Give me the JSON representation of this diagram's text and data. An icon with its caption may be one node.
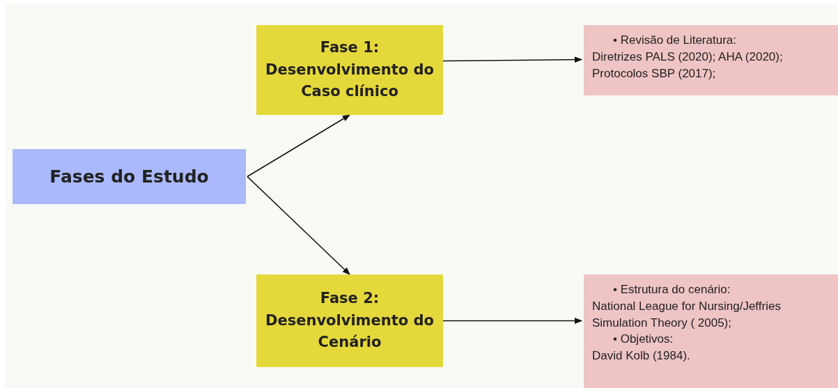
{
  "diagram": {
    "nodes": [
      {
        "text": [
          "Fases do Estudo"
        ]
      },
      {
        "text": [
          "Fase 1:",
          "Desenvolvimento do Caso clínico"
        ]
      },
      {
        "text": [
          "Fase 2:",
          "Desenvolvimento do Cenário"
        ]
      },
      {
        "text": [
          "• Revisão de Literatura:",
          "Diretrizes PALS (2020); AHA (2020); Protocolos SBP (2017);"
        ]
      },
      {
        "text": [
          "• Estrutura do cenário:",
          "National League for Nursing/Jeffries Simulation Theory ( 2005);",
          "• Objetivos:",
          "David Kolb (1984)."
        ]
      }
    ],
    "edges": [
      {
        "from": 0,
        "to": 1,
        "arrow": "to"
      },
      {
        "from": 0,
        "to": 2,
        "arrow": "to"
      },
      {
        "from": 1,
        "to": 3,
        "arrow": "to"
      },
      {
        "from": 2,
        "to": 4,
        "arrow": "to"
      }
    ]
  }
}
